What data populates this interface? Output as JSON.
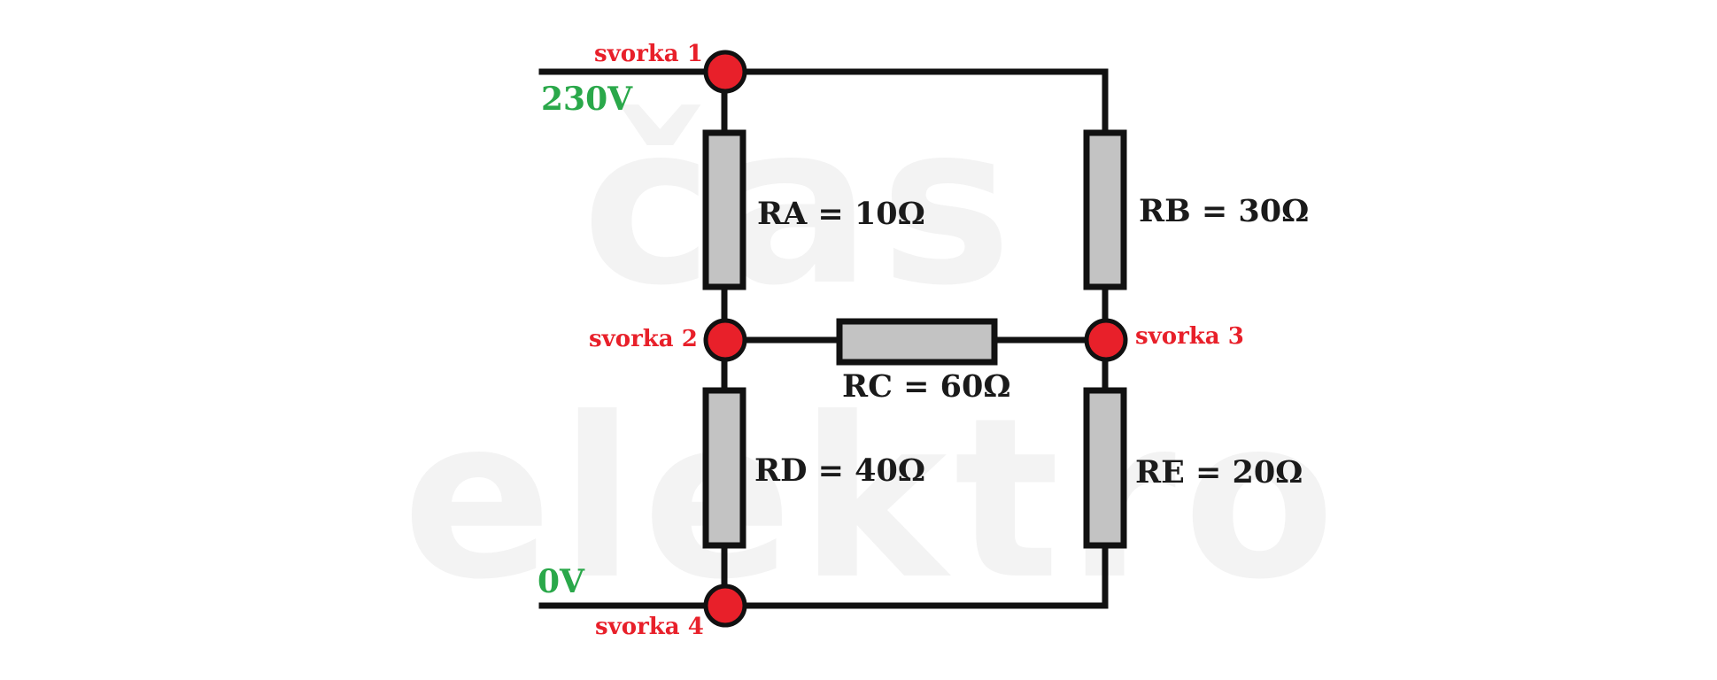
{
  "watermark": {
    "line1": "čas",
    "line2": "elektro"
  },
  "supply": {
    "top": "230V",
    "bottom": "0V"
  },
  "terminals": {
    "t1": "svorka 1",
    "t2": "svorka 2",
    "t3": "svorka 3",
    "t4": "svorka 4"
  },
  "resistors": {
    "ra": "RA = 10Ω",
    "rb": "RB = 30Ω",
    "rc": "RC = 60Ω",
    "rd": "RD = 40Ω",
    "re": "RE = 20Ω"
  },
  "colors": {
    "terminal_label": "#e8202a",
    "voltage_label": "#2aa84a",
    "node_fill": "#e8202a",
    "resistor_fill": "#c3c3c3",
    "wire": "#111111"
  }
}
